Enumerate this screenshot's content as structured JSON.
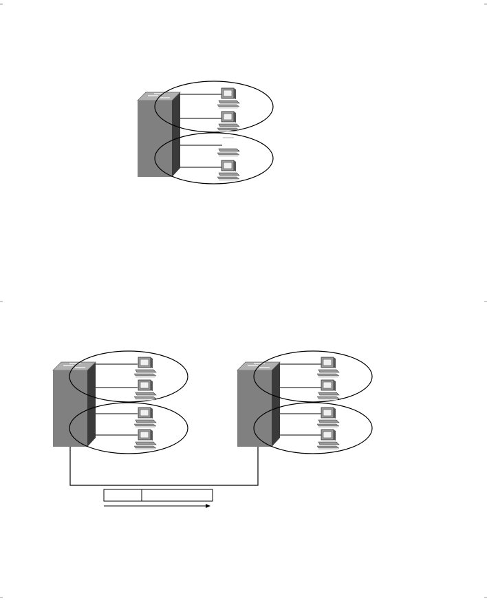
{
  "colors": {
    "background": "#ffffff",
    "line": "#000000",
    "switch_face": "#808080",
    "switch_side": "#3a3a3a",
    "switch_top": "#b0b0b0",
    "pc_body": "#9a9a9a",
    "pc_screen": "#f0f0f0",
    "pc_shadow": "#d8d8d8"
  },
  "icons": {
    "switch": "network-switch-icon",
    "workstation": "workstation-icon"
  },
  "figure_top": {
    "switches": 1,
    "vlan_groups": 2,
    "workstations": 4
  },
  "figure_bottom": {
    "switches": 2,
    "vlan_groups": 4,
    "workstations": 8,
    "trunk_links": 1,
    "frame_fields": 2
  }
}
